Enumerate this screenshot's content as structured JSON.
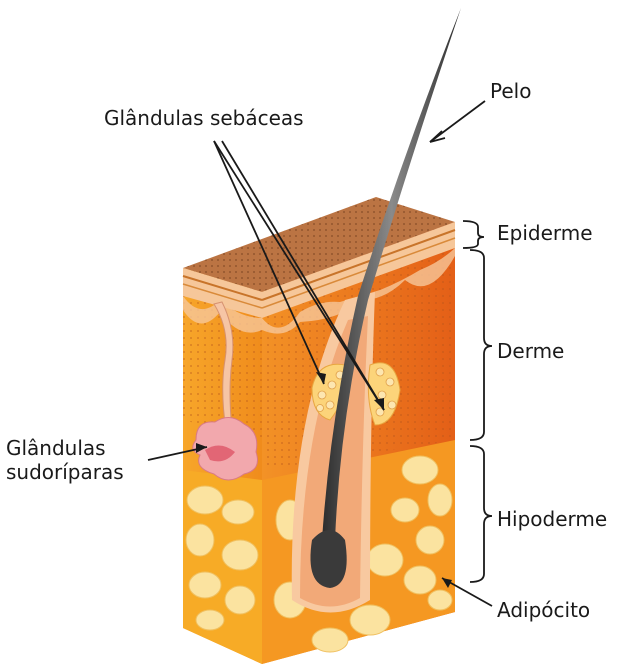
{
  "labels": {
    "pelo": "Pelo",
    "sebaceas": "Glândulas sebáceas",
    "epiderme": "Epiderme",
    "derme": "Derme",
    "hipoderme": "Hipoderme",
    "adipocito": "Adipócito",
    "sudoriparas_line1": "Glândulas",
    "sudoriparas_line2": "sudoríparas"
  },
  "colors": {
    "skin_surface": "#b8703f",
    "epidermis": "#f2b98a",
    "dermis": "#f28a1e",
    "dermis_side": "#e8661a",
    "hypodermis": "#f5a21e",
    "adipocyte": "#fbe3a0",
    "hair": "#3a3a3a",
    "sweat_gland": "#f0a4a8",
    "sebaceous": "#fcd47a",
    "lines": "#1a1a1a"
  }
}
